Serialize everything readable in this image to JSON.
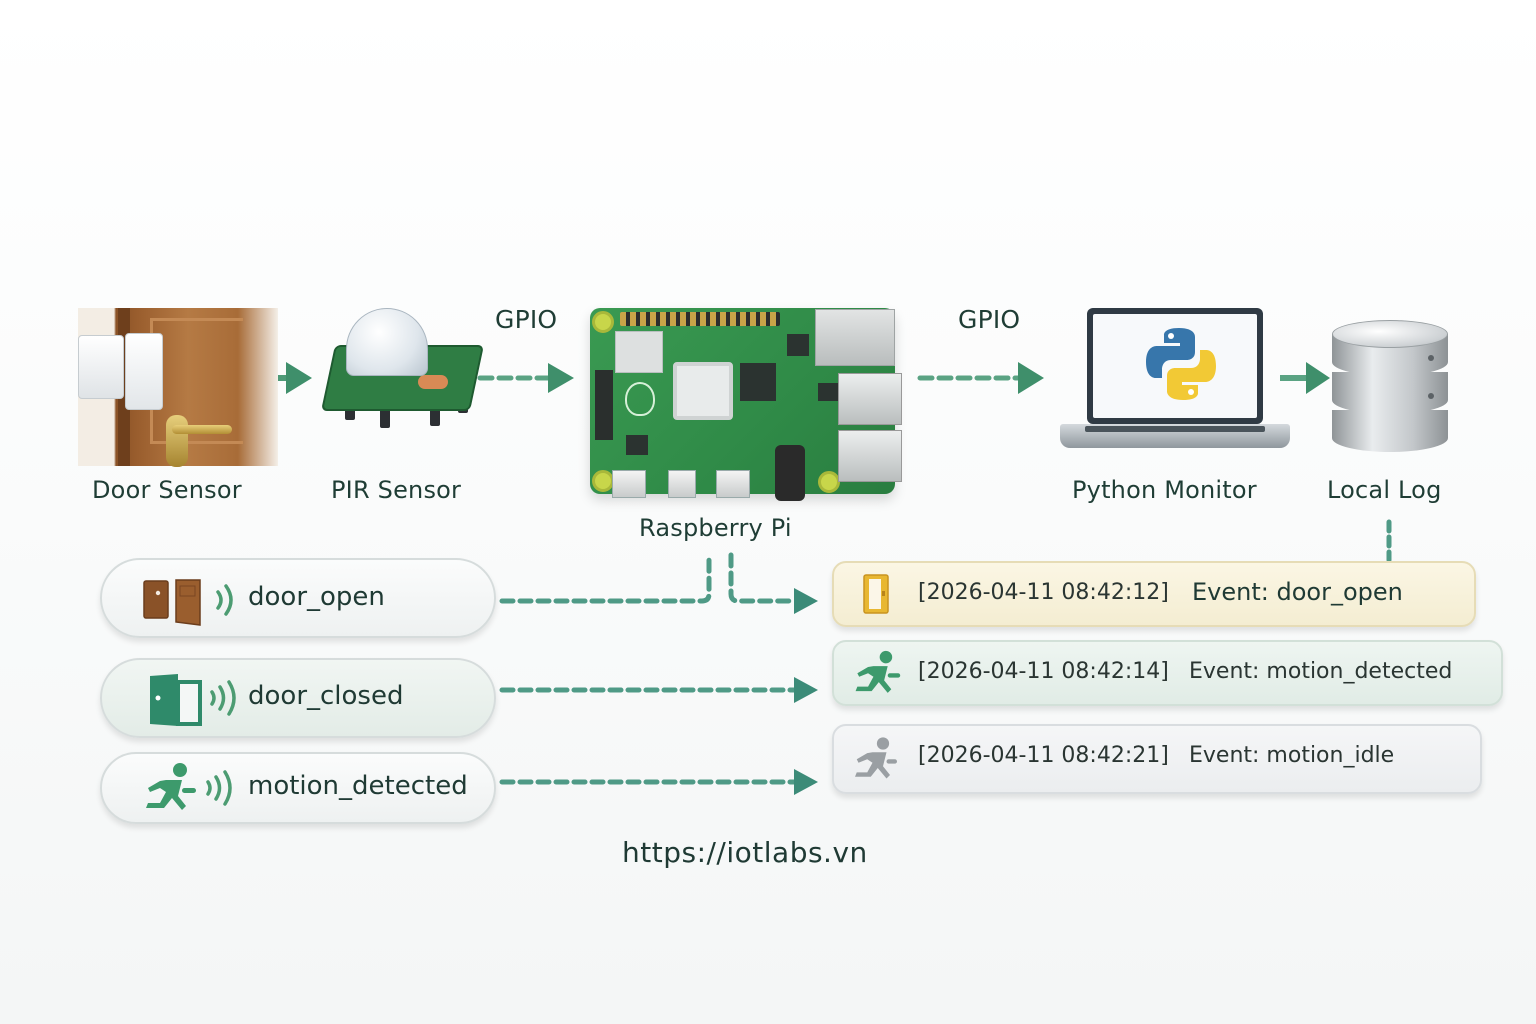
{
  "title": "Raspberry Pi door and motion event monitoring pipeline",
  "colors": {
    "accent_green": "#3f8f6b",
    "text_dark": "#1f3a34",
    "door_open_log_bg": "#f8f1da",
    "motion_log_bg": "#e6efea",
    "idle_log_bg": "#eff1f2"
  },
  "devices": [
    {
      "id": "door-sensor",
      "label": "Door Sensor",
      "icon": "door-contact-sensor-photo"
    },
    {
      "id": "pir-sensor",
      "label": "PIR Sensor",
      "icon": "pir-motion-sensor-photo"
    },
    {
      "id": "raspberry-pi",
      "label": "Raspberry Pi",
      "icon": "raspberry-pi-board-photo"
    },
    {
      "id": "python-monitor",
      "label": "Python Monitor",
      "icon": "laptop-python-logo"
    },
    {
      "id": "local-log",
      "label": "Local Log",
      "icon": "database-cylinder"
    }
  ],
  "connections": [
    {
      "from": "door-sensor",
      "to": "pir-sensor",
      "style": "solid",
      "label": ""
    },
    {
      "from": "pir-sensor",
      "to": "raspberry-pi",
      "style": "dashed",
      "label": "GPIO"
    },
    {
      "from": "raspberry-pi",
      "to": "python-monitor",
      "style": "dashed",
      "label": "GPIO"
    },
    {
      "from": "python-monitor",
      "to": "local-log",
      "style": "solid",
      "label": ""
    }
  ],
  "gpio_labels": [
    "GPIO",
    "GPIO"
  ],
  "events": [
    {
      "name": "door_open",
      "icon": "open-door-icon",
      "icon_color": "#8a5228"
    },
    {
      "name": "door_closed",
      "icon": "closed-door-icon",
      "icon_color": "#2f8a6a"
    },
    {
      "name": "motion_detected",
      "icon": "running-person-icon",
      "icon_color": "#3d9a6c"
    }
  ],
  "log_entries": [
    {
      "timestamp": "[2026-04-11 08:42:12]",
      "event": "Event:  door_open",
      "icon": "door-icon",
      "icon_color": "#e8b731"
    },
    {
      "timestamp": "[2026-04-11 08:42:14]",
      "event": "Event: motion_detected",
      "icon": "running-person-icon",
      "icon_color": "#3d9a6c"
    },
    {
      "timestamp": "[2026-04-11 08:42:21]",
      "event": "Event: motion_idle",
      "icon": "idle-person-icon",
      "icon_color": "#9a9fa3"
    }
  ],
  "footer": {
    "url": "https://iotlabs.vn"
  }
}
